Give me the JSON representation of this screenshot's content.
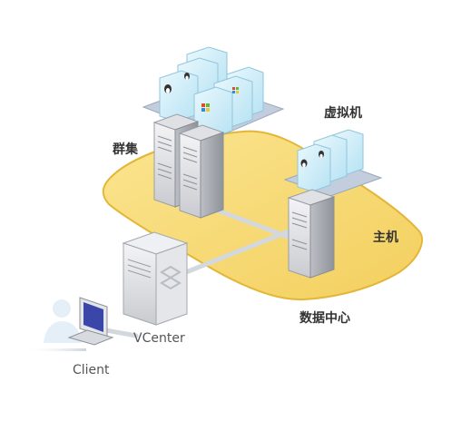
{
  "labels": {
    "cluster": "群集",
    "vm": "虚拟机",
    "host": "主机",
    "datacenter": "数据中心",
    "vcenter": "VCenter",
    "client": "Client"
  },
  "colors": {
    "datacenter_fill": "#f7d774",
    "datacenter_edge": "#e6b93a",
    "tray": "#b9c6d8",
    "vm_box": "#d6f0fa",
    "server": "#e8e8ea",
    "link": "#c9d0d8"
  },
  "icons": [
    "linux-icon",
    "windows-icon",
    "vcenter-logo-icon",
    "user-icon",
    "monitor-icon"
  ]
}
